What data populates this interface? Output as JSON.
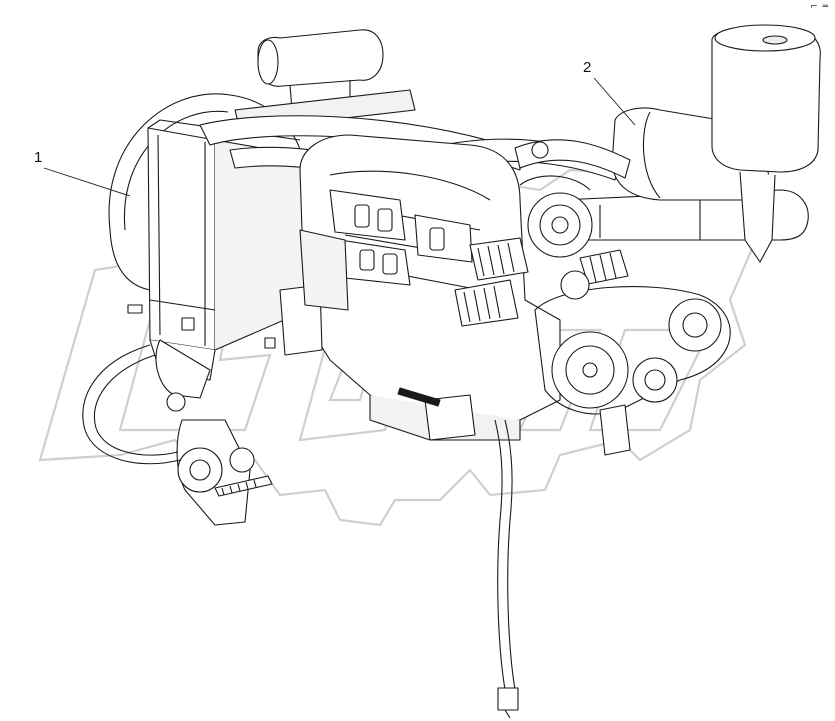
{
  "callouts": [
    {
      "label": "1"
    },
    {
      "label": "2"
    }
  ],
  "corner_mark": "⌐ ═",
  "colors": {
    "line": "#1a1a1a",
    "watermark": "#cfcfcf",
    "fill": "#ffffff",
    "shade": "#ececec"
  },
  "icons": {
    "watermark": "gear-logo-watermark"
  }
}
